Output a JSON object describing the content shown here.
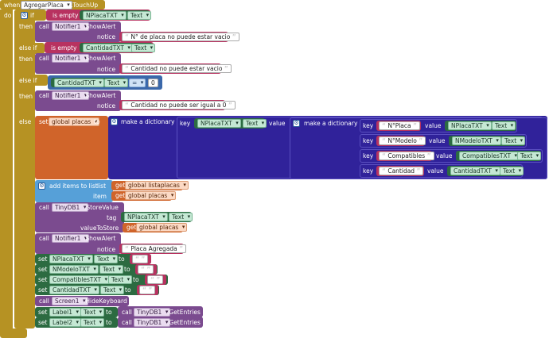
{
  "event": {
    "when": "when",
    "component": "AgregarPlaca",
    "event": ".TouchUp",
    "do": "do"
  },
  "kw": {
    "if": "if",
    "then": "then",
    "else_if": "else if",
    "else": "else",
    "is_empty": "is empty",
    "call": "call",
    "notice": "notice",
    "set": "set",
    "to": "to",
    "get": "get",
    "key": "key",
    "value": "value",
    "make_dict": "make a dictionary",
    "add_items": "add items to list",
    "list": "list",
    "item": "item",
    "tag": "tag",
    "valueToStore": "valueToStore",
    "eq": "="
  },
  "methods": {
    "show_alert": ".ShowAlert",
    "store_value": ".StoreValue",
    "hide_keyboard": ".HideKeyboard",
    "get_entries": ".GetEntries"
  },
  "props": {
    "text": "Text"
  },
  "components": {
    "placa": "NPlacaTXT",
    "cantidad": "CantidadTXT",
    "notifier": "Notifier1",
    "tinydb": "TinyDB1",
    "modelo": "NModeloTXT",
    "compat": "CompatiblesTXT",
    "screen": "Screen1",
    "label1": "Label1",
    "label2": "Label2"
  },
  "strings": {
    "alert1": "N° de placa no puede estar vacio",
    "alert2": "Cantidad no puede estar vacio",
    "alert3": "Cantidad no puede ser igual a 0",
    "key_placa": "N°Placa",
    "key_modelo": "N°Modelo",
    "key_compat": "Compatibles",
    "key_cantidad": "Cantidad",
    "placa_added": "Placa Agregada",
    "empty": " "
  },
  "vars": {
    "global_placas": "global placas",
    "global_listaplacas": "global listaplacas"
  },
  "numbers": {
    "zero": "0"
  },
  "colors": {
    "event": "#b69223",
    "control": "#b69223",
    "logic": "#4b7f3a",
    "text": "#b83260",
    "component": "#7b4b8f",
    "set_comp": "#2c6b41",
    "variable": "#d0642a",
    "dict": "#30229a",
    "list": "#56a0d8",
    "math": "#3b68aa"
  }
}
